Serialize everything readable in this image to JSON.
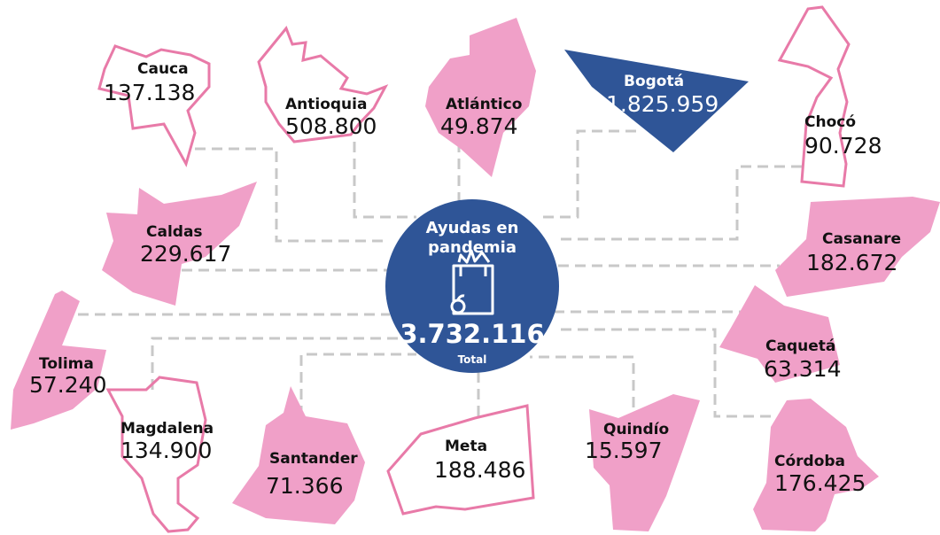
{
  "colors": {
    "pink": "#f0a0c8",
    "outline": "#e87aa8",
    "blue": "#2f5597",
    "dash": "#c8c8c8"
  },
  "center": {
    "title_line1": "Ayudas en",
    "title_line2": "pandemia",
    "icon": "grocery-bag-icon",
    "total_value": "3.732.116",
    "total_label": "Total"
  },
  "regions": [
    {
      "id": "cauca",
      "name": "Cauca",
      "value": "137.138",
      "style": "outline"
    },
    {
      "id": "antioquia",
      "name": "Antioquia",
      "value": "508.800",
      "style": "outline"
    },
    {
      "id": "atlantico",
      "name": "Atlántico",
      "value": "49.874",
      "style": "pink"
    },
    {
      "id": "bogota",
      "name": "Bogotá",
      "value": "1.825.959",
      "style": "blue"
    },
    {
      "id": "choco",
      "name": "Chocó",
      "value": "90.728",
      "style": "outline"
    },
    {
      "id": "caldas",
      "name": "Caldas",
      "value": "229.617",
      "style": "pink"
    },
    {
      "id": "casanare",
      "name": "Casanare",
      "value": "182.672",
      "style": "pink"
    },
    {
      "id": "tolima",
      "name": "Tolima",
      "value": "57.240",
      "style": "pink"
    },
    {
      "id": "caqueta",
      "name": "Caquetá",
      "value": "63.314",
      "style": "pink"
    },
    {
      "id": "magdalena",
      "name": "Magdalena",
      "value": "134.900",
      "style": "outline"
    },
    {
      "id": "santander",
      "name": "Santander",
      "value": "71.366",
      "style": "pink"
    },
    {
      "id": "meta",
      "name": "Meta",
      "value": "188.486",
      "style": "outline"
    },
    {
      "id": "quindio",
      "name": "Quindío",
      "value": "15.597",
      "style": "pink"
    },
    {
      "id": "cordoba",
      "name": "Córdoba",
      "value": "176.425",
      "style": "pink"
    }
  ]
}
